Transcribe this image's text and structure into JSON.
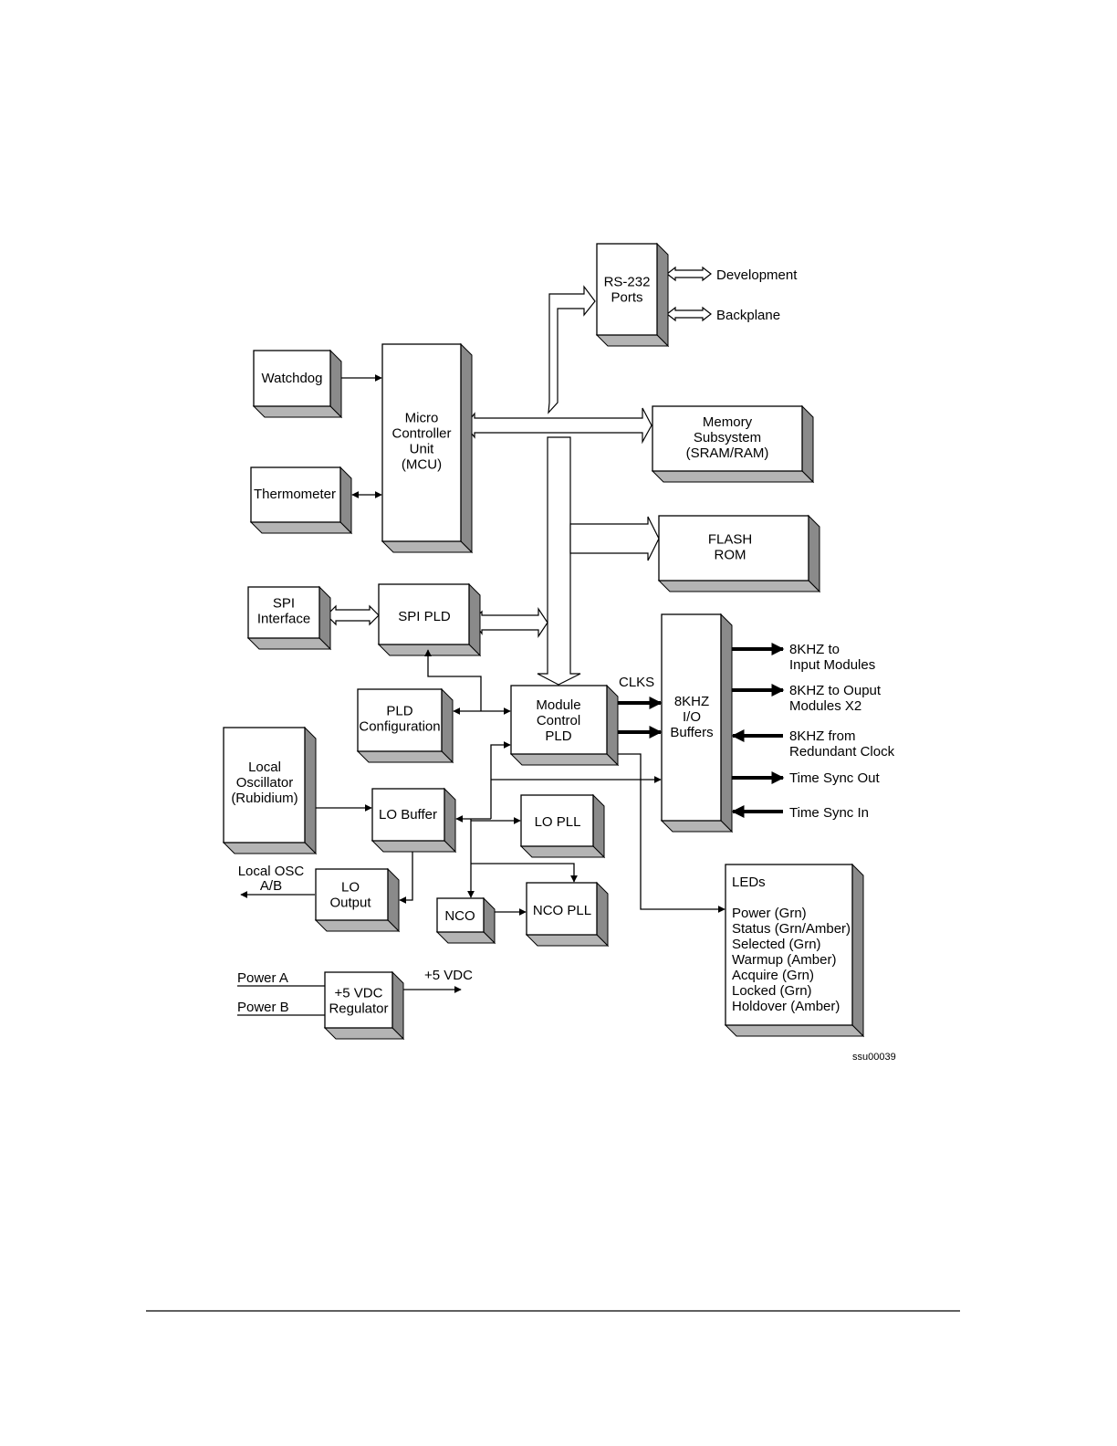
{
  "blocks": {
    "rs232": [
      "RS-232",
      "Ports"
    ],
    "watchdog": [
      "Watchdog"
    ],
    "mcu": [
      "Micro",
      "Controller",
      "Unit",
      "(MCU)"
    ],
    "memory": [
      "Memory",
      "Subsystem",
      "(SRAM/RAM)"
    ],
    "thermometer": [
      "Thermometer"
    ],
    "flash": [
      "FLASH",
      "ROM"
    ],
    "spi_interface": [
      "SPI",
      "Interface"
    ],
    "spi_pld": [
      "SPI PLD"
    ],
    "io_buffers": [
      "8KHZ",
      "I/O",
      "Buffers"
    ],
    "pld_config": [
      "PLD",
      "Configuration"
    ],
    "module_control": [
      "Module",
      "Control",
      "PLD"
    ],
    "local_osc": [
      "Local",
      "Oscillator",
      "(Rubidium)"
    ],
    "lo_buffer": [
      "LO Buffer"
    ],
    "lo_pll": [
      "LO PLL"
    ],
    "lo_output": [
      "LO",
      "Output"
    ],
    "nco": [
      "NCO"
    ],
    "nco_pll": [
      "NCO PLL"
    ],
    "regulator": [
      "+5 VDC",
      "Regulator"
    ],
    "leds": [
      "LEDs",
      "",
      "Power (Grn)",
      "Status (Grn/Amber)",
      "Selected (Grn)",
      "Warmup (Amber)",
      "Acquire (Grn)",
      "Locked (Grn)",
      "Holdover (Amber)"
    ]
  },
  "labels": {
    "development": "Development",
    "backplane": "Backplane",
    "clks": "CLKS",
    "khz_input": [
      "8KHZ to",
      "Input Modules"
    ],
    "khz_output": [
      "8KHZ to Ouput",
      "Modules X2"
    ],
    "khz_redundant": [
      "8KHZ from",
      "Redundant Clock"
    ],
    "time_sync_out": "Time Sync Out",
    "time_sync_in": "Time Sync In",
    "local_osc_ab": [
      "Local OSC",
      "A/B"
    ],
    "power_a": "Power A",
    "power_b": "Power B",
    "vdc_out": "+5 VDC",
    "figure_id": "ssu00039"
  }
}
